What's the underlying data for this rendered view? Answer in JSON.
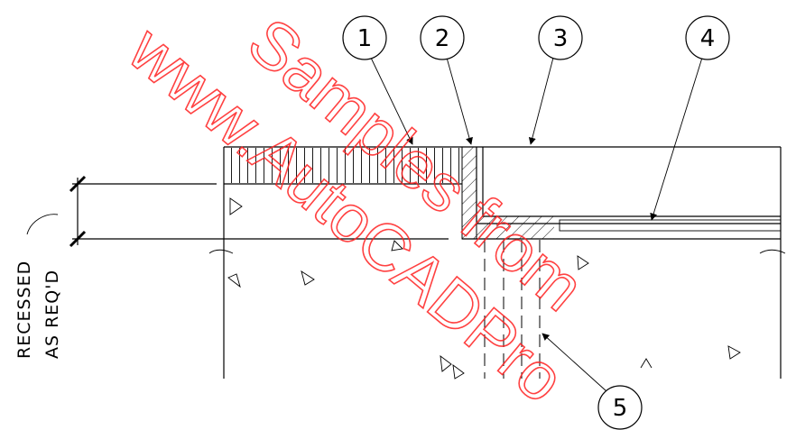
{
  "callouts": [
    "1",
    "2",
    "3",
    "4",
    "5"
  ],
  "note": {
    "line1": "RECESSED",
    "line2": "AS REQ'D"
  },
  "watermark": {
    "line1": "Samples from",
    "line2": "www.AutoCADPro",
    "color": "#ff2020"
  }
}
